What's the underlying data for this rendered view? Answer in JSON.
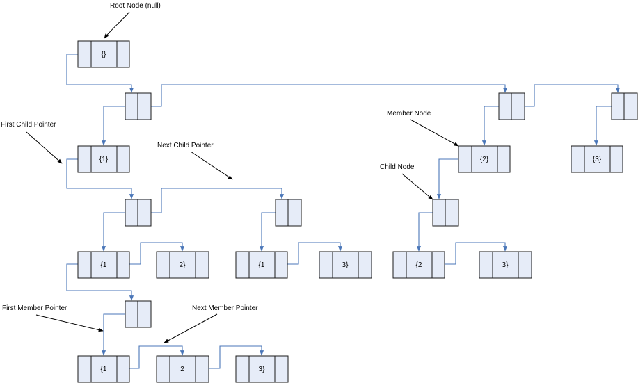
{
  "labels": {
    "root_node": "Root Node (null)",
    "first_child_pointer": "First Child Pointer",
    "next_child_pointer": "Next Child Pointer",
    "member_node": "Member Node",
    "child_node": "Child Node",
    "first_member_pointer": "First Member Pointer",
    "next_member_pointer": "Next Member Pointer"
  },
  "nodes": {
    "root": "{}",
    "m1": "{1}",
    "m2": "{2}",
    "m3": "{3}",
    "r4a": "{1",
    "r4b": "2}",
    "r4c": "{1",
    "r4d": "3}",
    "r4e": "{2",
    "r4f": "3}",
    "r6a": "{1",
    "r6b": "2",
    "r6c": "3}"
  },
  "colors": {
    "node_fill": "#e6ecf8",
    "node_border": "#1a1a1a",
    "link": "#4a76b8",
    "callout": "#000000"
  }
}
